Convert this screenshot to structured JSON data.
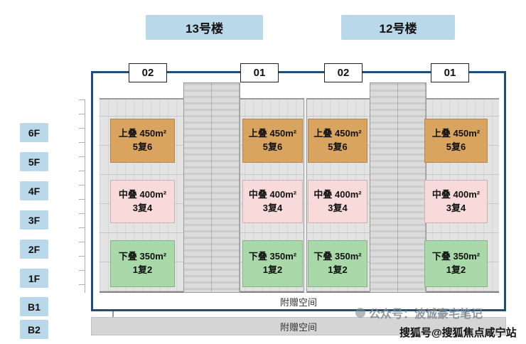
{
  "buildings": [
    {
      "label": "13号楼"
    },
    {
      "label": "12号楼"
    }
  ],
  "unit_columns": [
    {
      "number": "02"
    },
    {
      "number": "01"
    },
    {
      "number": "02"
    },
    {
      "number": "01"
    }
  ],
  "floor_labels": [
    "6F",
    "5F",
    "4F",
    "3F",
    "2F",
    "1F",
    "B1",
    "B2"
  ],
  "unit_types": {
    "upper": {
      "name": "上叠 450m²",
      "span": "5复6",
      "color": "#D9A45F"
    },
    "middle": {
      "name": "中叠 400m²",
      "span": "3复4",
      "color": "#F8DADA"
    },
    "lower": {
      "name": "下叠 350m²",
      "span": "1复2",
      "color": "#A9D8A9"
    }
  },
  "bonus": {
    "b1": "附赠空间",
    "b2": "附赠空间"
  },
  "watermarks": {
    "gray": "公众号：波诚豪宅笔记",
    "black": "搜狐号@搜狐焦点咸宁站"
  },
  "colors": {
    "header_bg": "#B9D8E9",
    "floor_label_bg": "#B9D8E9",
    "main_border": "#1E4E79",
    "b2_bar_bg": "#D5D5D5"
  }
}
